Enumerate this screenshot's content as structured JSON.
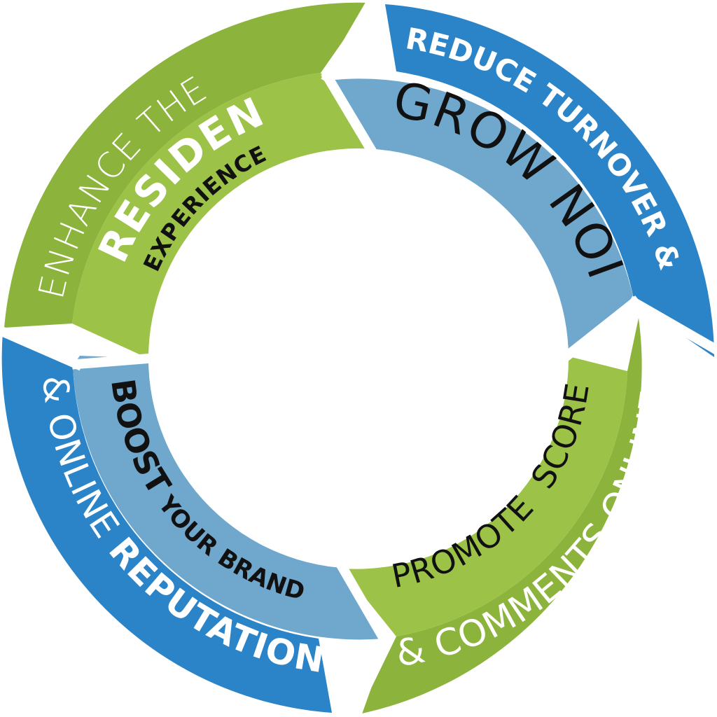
{
  "segments": {
    "resident": {
      "outer_line": "ENHANCE THE",
      "middle_line": "RESIDENT",
      "inner_line": "EXPERIENCE",
      "outer_color": "#8cb43c",
      "inner_color": "#9cc247"
    },
    "noi": {
      "outer_line": "REDUCE TURNOVER &",
      "inner_line": "GROW NOI",
      "outer_color": "#2b84c8",
      "inner_color": "#6fa7cd"
    },
    "score": {
      "outer_line": "& COMMENTS ONLINE",
      "inner_line": "PROMOTE  SCORE",
      "outer_color": "#8cb43c",
      "inner_color": "#9cc247"
    },
    "brand": {
      "outer_prefix": "& ONLINE ",
      "outer_emphasis": "REPUTATION",
      "inner_emphasis": "BOOST",
      "inner_suffix": " YOUR BRAND",
      "outer_color": "#2b84c8",
      "inner_color": "#6fa7cd"
    }
  }
}
